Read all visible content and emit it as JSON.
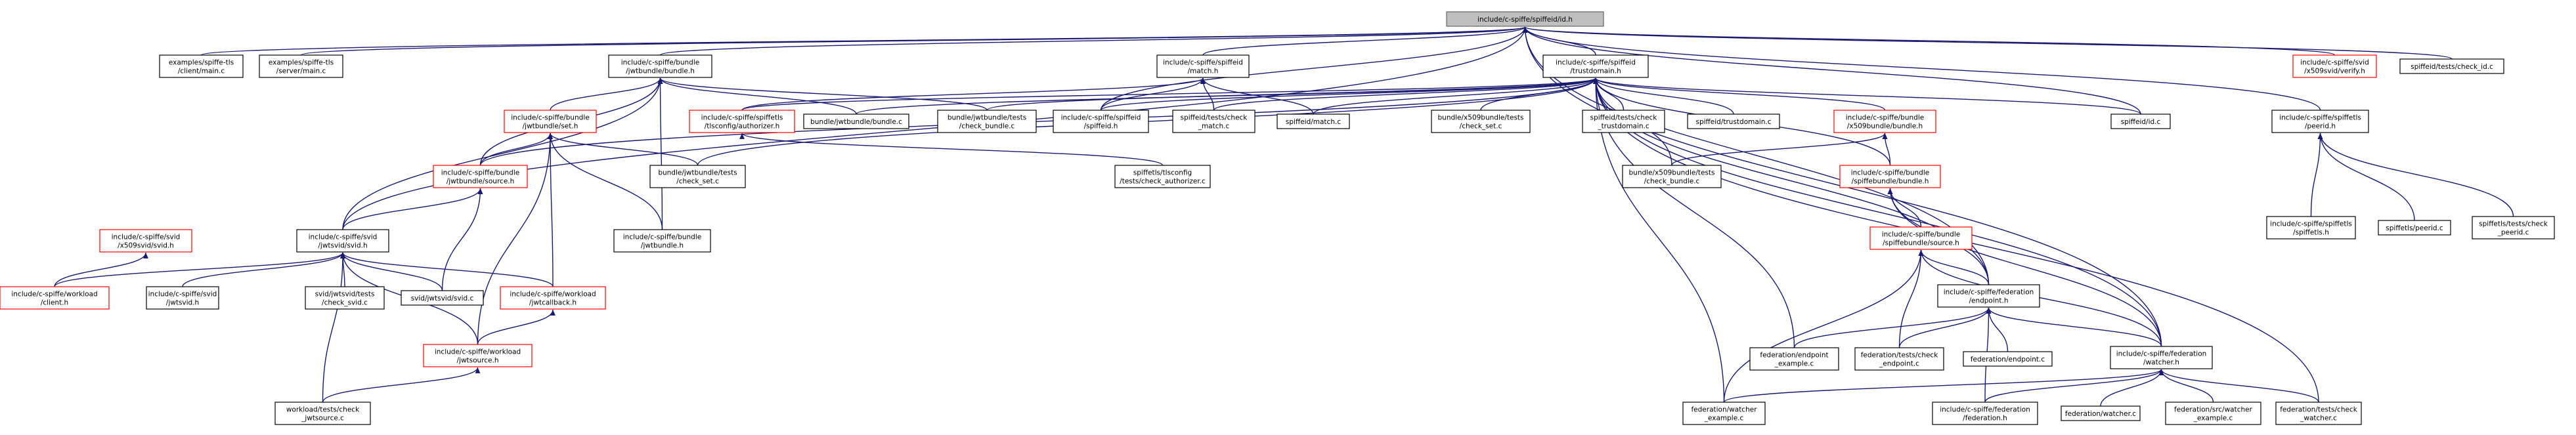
{
  "colors": {
    "edge": "#191970",
    "border_default": "#000000",
    "border_red": "#ff0000",
    "border_root": "#666666",
    "fill_default": "#ffffff",
    "fill_root": "#bfbfbf"
  },
  "nodes": [
    {
      "id": "root",
      "lines": [
        "include/c-spiffe/spiffeid/id.h"
      ],
      "style": "root"
    },
    {
      "id": "ex_client",
      "lines": [
        "examples/spiffe-tls",
        "/client/main.c"
      ],
      "style": "black"
    },
    {
      "id": "ex_server",
      "lines": [
        "examples/spiffe-tls",
        "/server/main.c"
      ],
      "style": "black"
    },
    {
      "id": "jwtbundle_h",
      "lines": [
        "include/c-spiffe/bundle",
        "/jwtbundle/bundle.h"
      ],
      "style": "black"
    },
    {
      "id": "match_h",
      "lines": [
        "include/c-spiffe/spiffeid",
        "/match.h"
      ],
      "style": "black"
    },
    {
      "id": "trustdomain_h",
      "lines": [
        "include/c-spiffe/spiffeid",
        "/trustdomain.h"
      ],
      "style": "black"
    },
    {
      "id": "x509svid_verify_h",
      "lines": [
        "include/c-spiffe/svid",
        "/x509svid/verify.h"
      ],
      "style": "red"
    },
    {
      "id": "check_id_c",
      "lines": [
        "spiffeid/tests/check_id.c"
      ],
      "style": "black"
    },
    {
      "id": "jwtbundle_set_h",
      "lines": [
        "include/c-spiffe/bundle",
        "/jwtbundle/set.h"
      ],
      "style": "red"
    },
    {
      "id": "authorizer_h",
      "lines": [
        "include/c-spiffe/spiffetls",
        "/tlsconfig/authorizer.h"
      ],
      "style": "red"
    },
    {
      "id": "jwtbundle_bundle_c",
      "lines": [
        "bundle/jwtbundle/bundle.c"
      ],
      "style": "black"
    },
    {
      "id": "check_bundle_c",
      "lines": [
        "bundle/jwtbundle/tests",
        "/check_bundle.c"
      ],
      "style": "black"
    },
    {
      "id": "spiffeid_h",
      "lines": [
        "include/c-spiffe/spiffeid",
        "/spiffeid.h"
      ],
      "style": "black"
    },
    {
      "id": "check_match_c",
      "lines": [
        "spiffeid/tests/check",
        "_match.c"
      ],
      "style": "black"
    },
    {
      "id": "match_c",
      "lines": [
        "spiffeid/match.c"
      ],
      "style": "black"
    },
    {
      "id": "x509_check_set_c",
      "lines": [
        "bundle/x509bundle/tests",
        "/check_set.c"
      ],
      "style": "black"
    },
    {
      "id": "check_trustdomain_c",
      "lines": [
        "spiffeid/tests/check",
        "_trustdomain.c"
      ],
      "style": "black"
    },
    {
      "id": "trustdomain_c",
      "lines": [
        "spiffeid/trustdomain.c"
      ],
      "style": "black"
    },
    {
      "id": "x509bundle_h",
      "lines": [
        "include/c-spiffe/bundle",
        "/x509bundle/bundle.h"
      ],
      "style": "red"
    },
    {
      "id": "id_c",
      "lines": [
        "spiffeid/id.c"
      ],
      "style": "black"
    },
    {
      "id": "peerid_h",
      "lines": [
        "include/c-spiffe/spiffetls",
        "/peerid.h"
      ],
      "style": "black"
    },
    {
      "id": "jwtbundle_source_h",
      "lines": [
        "include/c-spiffe/bundle",
        "/jwtbundle/source.h"
      ],
      "style": "red"
    },
    {
      "id": "jwt_check_set_c",
      "lines": [
        "bundle/jwtbundle/tests",
        "/check_set.c"
      ],
      "style": "black"
    },
    {
      "id": "check_authorizer_c",
      "lines": [
        "spiffetls/tlsconfig",
        "/tests/check_authorizer.c"
      ],
      "style": "black"
    },
    {
      "id": "x509_check_bundle_c",
      "lines": [
        "bundle/x509bundle/tests",
        "/check_bundle.c"
      ],
      "style": "black"
    },
    {
      "id": "spiffebundle_h",
      "lines": [
        "include/c-spiffe/bundle",
        "/spiffebundle/bundle.h"
      ],
      "style": "red"
    },
    {
      "id": "spiffetls_h",
      "lines": [
        "include/c-spiffe/spiffetls",
        "/spiffetls.h"
      ],
      "style": "black"
    },
    {
      "id": "peerid_c",
      "lines": [
        "spiffetls/peerid.c"
      ],
      "style": "black"
    },
    {
      "id": "check_peerid_c",
      "lines": [
        "spiffetls/tests/check",
        "_peerid.c"
      ],
      "style": "black"
    },
    {
      "id": "x509svid_svid_h",
      "lines": [
        "include/c-spiffe/svid",
        "/x509svid/svid.h"
      ],
      "style": "red"
    },
    {
      "id": "jwtsvid_svid_h",
      "lines": [
        "include/c-spiffe/svid",
        "/jwtsvid/svid.h"
      ],
      "style": "black"
    },
    {
      "id": "jwtbundle_jwtbundle_h",
      "lines": [
        "include/c-spiffe/bundle",
        "/jwtbundle.h"
      ],
      "style": "black"
    },
    {
      "id": "spiffebundle_source_h",
      "lines": [
        "include/c-spiffe/bundle",
        "/spiffebundle/source.h"
      ],
      "style": "red"
    },
    {
      "id": "workload_client_h",
      "lines": [
        "include/c-spiffe/workload",
        "/client.h"
      ],
      "style": "red"
    },
    {
      "id": "jwtsvid_h",
      "lines": [
        "include/c-spiffe/svid",
        "/jwtsvid.h"
      ],
      "style": "black"
    },
    {
      "id": "check_svid_c",
      "lines": [
        "svid/jwtsvid/tests",
        "/check_svid.c"
      ],
      "style": "black"
    },
    {
      "id": "jwtsvid_svid_c",
      "lines": [
        "svid/jwtsvid/svid.c"
      ],
      "style": "black"
    },
    {
      "id": "jwtcallback_h",
      "lines": [
        "include/c-spiffe/workload",
        "/jwtcallback.h"
      ],
      "style": "red"
    },
    {
      "id": "endpoint_h",
      "lines": [
        "include/c-spiffe/federation",
        "/endpoint.h"
      ],
      "style": "black"
    },
    {
      "id": "endpoint_example_c",
      "lines": [
        "federation/endpoint",
        "_example.c"
      ],
      "style": "black"
    },
    {
      "id": "check_endpoint_c",
      "lines": [
        "federation/tests/check",
        "_endpoint.c"
      ],
      "style": "black"
    },
    {
      "id": "endpoint_c",
      "lines": [
        "federation/endpoint.c"
      ],
      "style": "black"
    },
    {
      "id": "watcher_h",
      "lines": [
        "include/c-spiffe/federation",
        "/watcher.h"
      ],
      "style": "black"
    },
    {
      "id": "jwtsource_h",
      "lines": [
        "include/c-spiffe/workload",
        "/jwtsource.h"
      ],
      "style": "red"
    },
    {
      "id": "check_jwtsource_c",
      "lines": [
        "workload/tests/check",
        "_jwtsource.c"
      ],
      "style": "black"
    },
    {
      "id": "watcher_example_c",
      "lines": [
        "federation/watcher",
        "_example.c"
      ],
      "style": "black"
    },
    {
      "id": "federation_h",
      "lines": [
        "include/c-spiffe/federation",
        "/federation.h"
      ],
      "style": "black"
    },
    {
      "id": "watcher_c",
      "lines": [
        "federation/watcher.c"
      ],
      "style": "black"
    },
    {
      "id": "src_watcher_example_c",
      "lines": [
        "federation/src/watcher",
        "_example.c"
      ],
      "style": "black"
    },
    {
      "id": "check_watcher_c",
      "lines": [
        "federation/tests/check",
        "_watcher.c"
      ],
      "style": "black"
    }
  ],
  "edges": [
    [
      "ex_client",
      "root"
    ],
    [
      "ex_server",
      "root"
    ],
    [
      "jwtbundle_h",
      "root"
    ],
    [
      "match_h",
      "root"
    ],
    [
      "trustdomain_h",
      "root"
    ],
    [
      "x509svid_verify_h",
      "root"
    ],
    [
      "check_id_c",
      "root"
    ],
    [
      "spiffeid_h",
      "root"
    ],
    [
      "id_c",
      "root"
    ],
    [
      "peerid_h",
      "root"
    ],
    [
      "jwtsvid_svid_h",
      "root"
    ],
    [
      "endpoint_h",
      "root"
    ],
    [
      "watcher_h",
      "root"
    ],
    [
      "jwtbundle_set_h",
      "jwtbundle_h"
    ],
    [
      "jwtbundle_bundle_c",
      "jwtbundle_h"
    ],
    [
      "check_bundle_c",
      "jwtbundle_h"
    ],
    [
      "jwtbundle_source_h",
      "jwtbundle_h"
    ],
    [
      "jwtbundle_jwtbundle_h",
      "jwtbundle_h"
    ],
    [
      "jwtsvid_svid_h",
      "jwtbundle_h"
    ],
    [
      "spiffeid_h",
      "match_h"
    ],
    [
      "check_match_c",
      "match_h"
    ],
    [
      "match_c",
      "match_h"
    ],
    [
      "authorizer_h",
      "match_h"
    ],
    [
      "authorizer_h",
      "trustdomain_h"
    ],
    [
      "jwtbundle_bundle_c",
      "trustdomain_h"
    ],
    [
      "check_bundle_c",
      "trustdomain_h"
    ],
    [
      "spiffeid_h",
      "trustdomain_h"
    ],
    [
      "check_match_c",
      "trustdomain_h"
    ],
    [
      "match_c",
      "trustdomain_h"
    ],
    [
      "x509_check_set_c",
      "trustdomain_h"
    ],
    [
      "check_trustdomain_c",
      "trustdomain_h"
    ],
    [
      "trustdomain_c",
      "trustdomain_h"
    ],
    [
      "x509bundle_h",
      "trustdomain_h"
    ],
    [
      "id_c",
      "trustdomain_h"
    ],
    [
      "jwt_check_set_c",
      "trustdomain_h"
    ],
    [
      "x509_check_bundle_c",
      "trustdomain_h"
    ],
    [
      "spiffebundle_h",
      "trustdomain_h"
    ],
    [
      "jwtbundle_source_h",
      "trustdomain_h"
    ],
    [
      "endpoint_h",
      "trustdomain_h"
    ],
    [
      "watcher_h",
      "trustdomain_h"
    ],
    [
      "watcher_example_c",
      "trustdomain_h"
    ],
    [
      "endpoint_example_c",
      "trustdomain_h"
    ],
    [
      "check_watcher_c",
      "trustdomain_h"
    ],
    [
      "check_authorizer_c",
      "authorizer_h"
    ],
    [
      "spiffetls_h",
      "peerid_h"
    ],
    [
      "peerid_c",
      "peerid_h"
    ],
    [
      "check_peerid_c",
      "peerid_h"
    ],
    [
      "x509svid_verify_h",
      "x509svid_verify_h"
    ],
    [
      "jwtbundle_source_h",
      "jwtbundle_set_h"
    ],
    [
      "jwt_check_set_c",
      "jwtbundle_set_h"
    ],
    [
      "jwtbundle_jwtbundle_h",
      "jwtbundle_set_h"
    ],
    [
      "jwtcallback_h",
      "jwtbundle_set_h"
    ],
    [
      "jwtsource_h",
      "jwtbundle_set_h"
    ],
    [
      "jwtsvid_svid_h",
      "jwtbundle_source_h"
    ],
    [
      "jwtsvid_svid_c",
      "jwtbundle_source_h"
    ],
    [
      "x509_check_bundle_c",
      "x509bundle_h"
    ],
    [
      "spiffebundle_h",
      "x509bundle_h"
    ],
    [
      "spiffebundle_source_h",
      "spiffebundle_h"
    ],
    [
      "endpoint_h",
      "spiffebundle_h"
    ],
    [
      "watcher_h",
      "spiffebundle_h"
    ],
    [
      "workload_client_h",
      "x509svid_svid_h"
    ],
    [
      "workload_client_h",
      "jwtsvid_svid_h"
    ],
    [
      "jwtsvid_h",
      "jwtsvid_svid_h"
    ],
    [
      "check_svid_c",
      "jwtsvid_svid_h"
    ],
    [
      "jwtsvid_svid_c",
      "jwtsvid_svid_h"
    ],
    [
      "jwtcallback_h",
      "jwtsvid_svid_h"
    ],
    [
      "jwtsource_h",
      "jwtsvid_svid_h"
    ],
    [
      "check_jwtsource_c",
      "jwtsvid_svid_h"
    ],
    [
      "endpoint_h",
      "spiffebundle_source_h"
    ],
    [
      "watcher_h",
      "spiffebundle_source_h"
    ],
    [
      "check_endpoint_c",
      "spiffebundle_source_h"
    ],
    [
      "watcher_example_c",
      "spiffebundle_source_h"
    ],
    [
      "jwtsource_h",
      "jwtcallback_h"
    ],
    [
      "check_jwtsource_c",
      "jwtsource_h"
    ],
    [
      "endpoint_example_c",
      "endpoint_h"
    ],
    [
      "check_endpoint_c",
      "endpoint_h"
    ],
    [
      "endpoint_c",
      "endpoint_h"
    ],
    [
      "watcher_h",
      "endpoint_h"
    ],
    [
      "federation_h",
      "endpoint_h"
    ],
    [
      "watcher_example_c",
      "watcher_h"
    ],
    [
      "federation_h",
      "watcher_h"
    ],
    [
      "watcher_c",
      "watcher_h"
    ],
    [
      "src_watcher_example_c",
      "watcher_h"
    ],
    [
      "check_watcher_c",
      "watcher_h"
    ]
  ]
}
